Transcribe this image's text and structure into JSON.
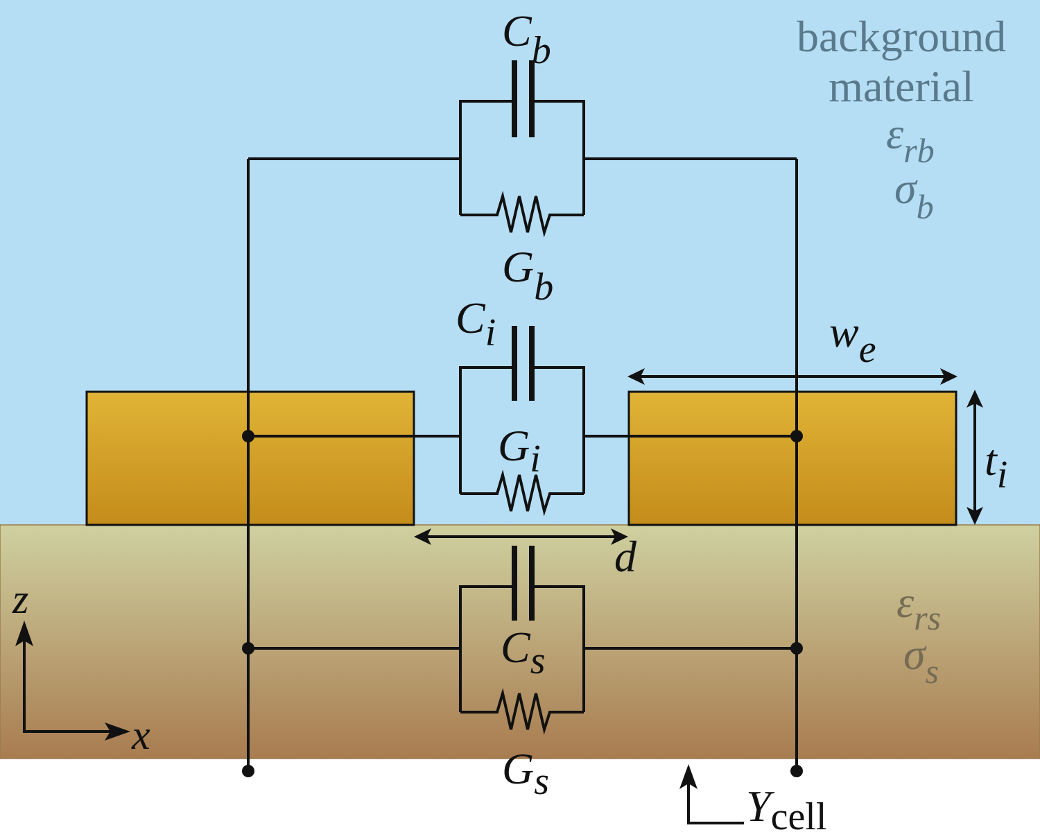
{
  "labels": {
    "background_line1": "background",
    "background_line2": "material",
    "eps_rb": {
      "base": "ε",
      "sub": "rb"
    },
    "sigma_b": {
      "base": "σ",
      "sub": "b"
    },
    "eps_rs": {
      "base": "ε",
      "sub": "rs"
    },
    "sigma_s": {
      "base": "σ",
      "sub": "s"
    },
    "Cb": {
      "base": "C",
      "sub": "b"
    },
    "Gb": {
      "base": "G",
      "sub": "b"
    },
    "Ci": {
      "base": "C",
      "sub": "i"
    },
    "Gi": {
      "base": "G",
      "sub": "i"
    },
    "Cs": {
      "base": "C",
      "sub": "s"
    },
    "Gs": {
      "base": "G",
      "sub": "s"
    },
    "we": {
      "base": "w",
      "sub": "e"
    },
    "ti": {
      "base": "t",
      "sub": "i"
    },
    "d": "d",
    "z": "z",
    "x": "x",
    "Ycell": {
      "base": "Y",
      "sub": "cell"
    }
  },
  "colors": {
    "background": "#b5def4",
    "background_text": "#5a7a8c",
    "substrate_top": "#cfd0a0",
    "substrate_bottom": "#a87c50",
    "substrate_text": "#756c54",
    "electrode_top": "#e0b436",
    "electrode_bottom": "#c48c1a",
    "wire": "#111111"
  }
}
